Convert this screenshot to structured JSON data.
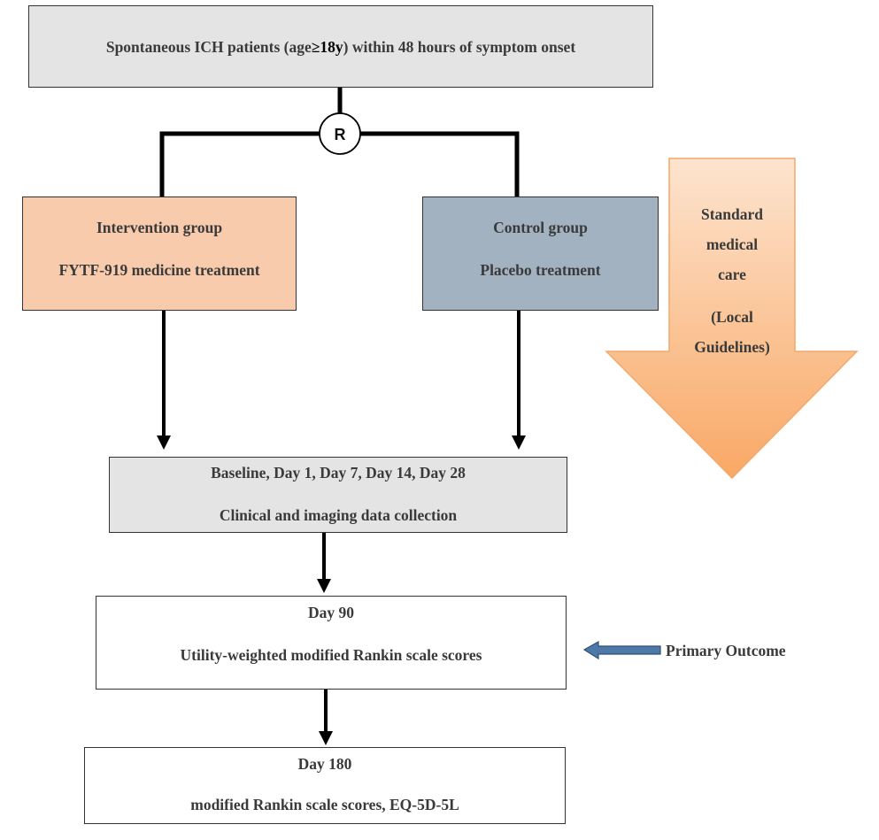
{
  "colors": {
    "gray_box": "#e4e4e4",
    "intervention_fill": "#f8cbad",
    "control_fill": "#a2b2c0",
    "care_arrow_top": "#fde4cf",
    "care_arrow_bottom": "#f9a865",
    "care_arrow_stroke": "#f3a86c",
    "primary_arrow_fill": "#4d78a8",
    "primary_arrow_stroke": "#2e4f73"
  },
  "population": {
    "text_before": "Spontaneous ICH patients (age",
    "text_bold": "≥18y",
    "text_after": ") within 48 hours of symptom onset"
  },
  "randomization": {
    "label": "R"
  },
  "intervention": {
    "line1": "Intervention group",
    "line2": "FYTF-919 medicine treatment"
  },
  "control": {
    "line1": "Control group",
    "line2": "Placebo treatment"
  },
  "standard_care": {
    "lines": [
      "Standard",
      "medical",
      "care",
      "(Local",
      "Guidelines)"
    ]
  },
  "collection": {
    "line1": "Baseline, Day 1, Day 7, Day 14, Day 28",
    "line2": "Clinical and imaging data collection"
  },
  "day90": {
    "line1": "Day 90",
    "line2": "Utility-weighted modified Rankin scale scores"
  },
  "primary_outcome": {
    "label": "Primary Outcome"
  },
  "day180": {
    "line1": "Day 180",
    "line2": "modified Rankin scale scores, EQ-5D-5L"
  }
}
